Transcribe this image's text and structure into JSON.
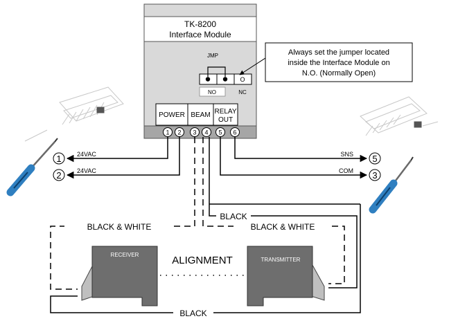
{
  "module": {
    "title": "TK-8200",
    "subtitle": "Interface Module"
  },
  "jumper": {
    "label": "JMP",
    "no_label": "NO",
    "nc_label": "NC",
    "open_symbol": "O"
  },
  "callout": {
    "line1": "Always set the jumper located",
    "line2": "inside the Interface Module on",
    "line3": "N.O. (Normally Open)"
  },
  "blocks": {
    "power": "POWER",
    "beam": "BEAM",
    "relay_line1": "RELAY",
    "relay_line2": "OUT"
  },
  "terminals": [
    "1",
    "2",
    "3",
    "4",
    "5",
    "6"
  ],
  "left_wires": {
    "w1_num": "1",
    "w1_label": "24VAC",
    "w2_num": "2",
    "w2_label": "24VAC"
  },
  "right_wires": {
    "w5_num": "5",
    "w5_label": "SNS",
    "w3_num": "3",
    "w3_label": "COM"
  },
  "cables": {
    "black_top": "BLACK",
    "bw_left": "BLACK & WHITE",
    "bw_right": "BLACK & WHITE",
    "black_bottom": "BLACK"
  },
  "units": {
    "receiver": "RECEIVER",
    "transmitter": "TRANSMITTER",
    "alignment": "ALIGNMENT"
  },
  "colors": {
    "module_body": "#d9d9d9",
    "terminal_strip": "#a6a6a6",
    "unit_body": "#6e6e6e",
    "lens": "#bfbfbf",
    "screwdriver_handle": "#2f7fc0"
  }
}
